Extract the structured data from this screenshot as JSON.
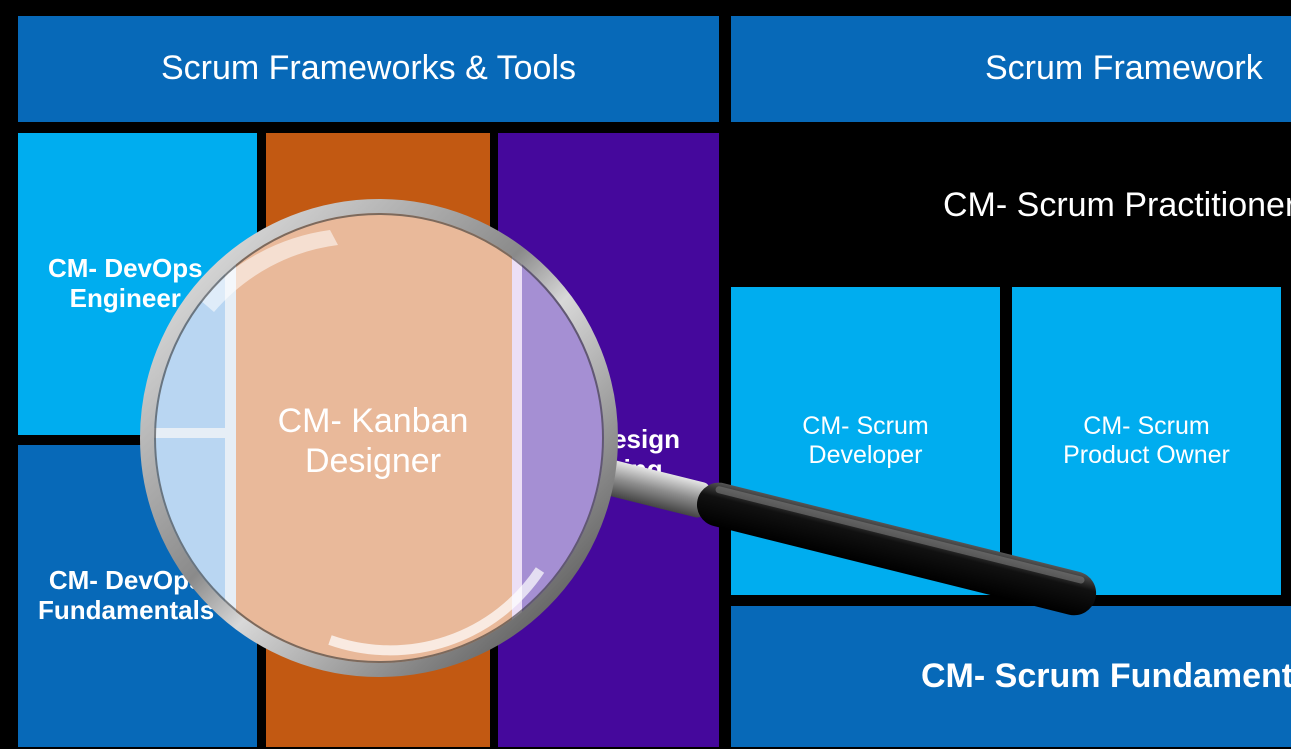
{
  "left_panel": {
    "header": "Scrum Frameworks & Tools",
    "devops_engineer": "CM- DevOps\nEngineer",
    "devops_fundamentals": "CM- DevOps\nFundamentals",
    "kanban_designer": [
      "CM- Kanban",
      "Designer"
    ],
    "design_thinking": [
      "CM- Design",
      "Thinking"
    ]
  },
  "right_panel": {
    "header": "Scrum Framework",
    "practitioner": "CM- Scrum Practitioner",
    "developer": [
      "CM- Scrum",
      "Developer"
    ],
    "product_owner": [
      "CM- Scrum",
      "Product Owner"
    ],
    "fundamentals": "CM- Scrum Fundamentals"
  },
  "colors": {
    "dark_blue": "#0769b8",
    "light_blue": "#00adef",
    "orange": "#c25912",
    "purple": "#45089c",
    "black": "#000000",
    "background": "#000000"
  },
  "overlay": {
    "icon": "magnifying-glass-icon"
  }
}
